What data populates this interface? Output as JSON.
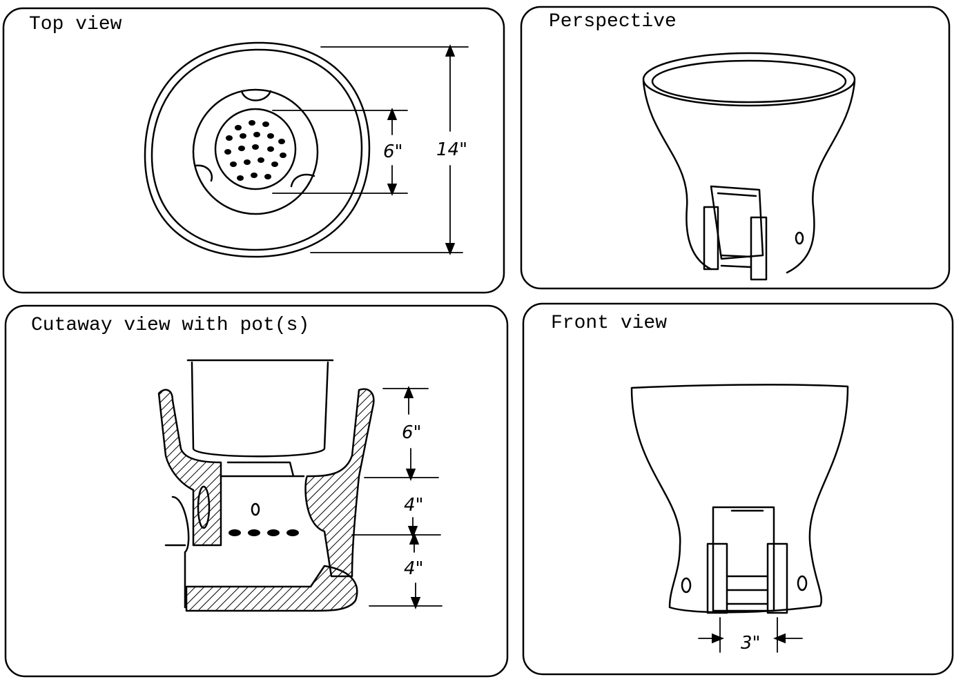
{
  "panels": {
    "top_view": {
      "title": "Top view",
      "dim_outer": "14\"",
      "dim_grate": "6\""
    },
    "perspective": {
      "title": "Perspective"
    },
    "cutaway": {
      "title": "Cutaway view with pot(s)",
      "dim_pot": "6\"",
      "dim_middle": "4\"",
      "dim_lower": "4\""
    },
    "front_view": {
      "title": "Front view",
      "dim_door": "3\""
    }
  }
}
